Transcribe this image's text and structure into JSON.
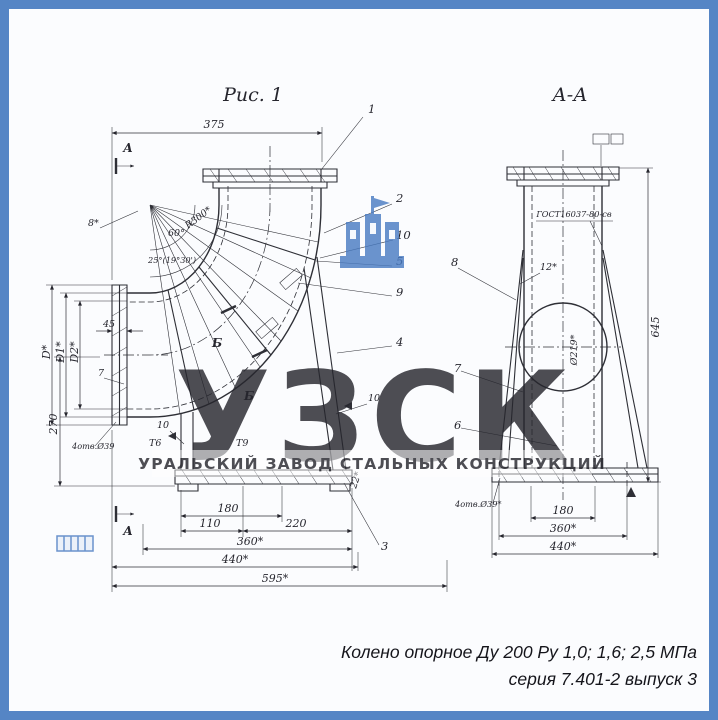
{
  "colors": {
    "frame": "#5585c5",
    "line": "#2e2f36",
    "watermark": "#4a7cc2",
    "paper": "#fbfcfe"
  },
  "caption": {
    "line1": "Колено опорное Ду 200 Ру 1,0; 1,6; 2,5 МПа",
    "line2": "серия 7.401-2 выпуск 3"
  },
  "watermark": {
    "letters": "УЗСК",
    "banner": "УРАЛЬСКИЙ ЗАВОД СТАЛЬНЫХ КОНСТРУКЦИЙ"
  },
  "left_view": {
    "title": "Рис. 1",
    "section_label": "А",
    "section_b_label": "Б",
    "dims": {
      "top_width": "375",
      "bend_radius": "R300*",
      "end_angle": "8*",
      "angle_a": "60°",
      "angle_b": "25°(19°30')",
      "flange_thickness": "45",
      "dia_d": "D*",
      "dia_d1": "D1*",
      "dia_d2": "D2*",
      "height_270": "270",
      "wall_7": "7",
      "base_180": "180",
      "base_110": "110",
      "base_220": "220",
      "base_360": "360*",
      "base_440": "440*",
      "base_595": "595*",
      "strut_angle": "22*",
      "holes": "4отв.Ø39"
    },
    "welds": {
      "w10_left": "10",
      "t6": "Т6",
      "t9": "Т9",
      "w10_right": "10"
    },
    "callouts": {
      "c1": "1",
      "c2": "2",
      "c10": "10",
      "c5": "5",
      "c9": "9",
      "c4": "4",
      "c3": "3"
    }
  },
  "right_view": {
    "title": "А-А",
    "weld_gost": "ГОСТ16037-80-св",
    "dims": {
      "height_645": "645",
      "gusset_angle": "12*",
      "pipe_dia": "Ø219*",
      "base_180": "180",
      "base_360": "360*",
      "base_440": "440*",
      "holes": "4отв.Ø39*"
    },
    "callouts": {
      "c8": "8",
      "c7": "7",
      "c6": "6"
    }
  }
}
